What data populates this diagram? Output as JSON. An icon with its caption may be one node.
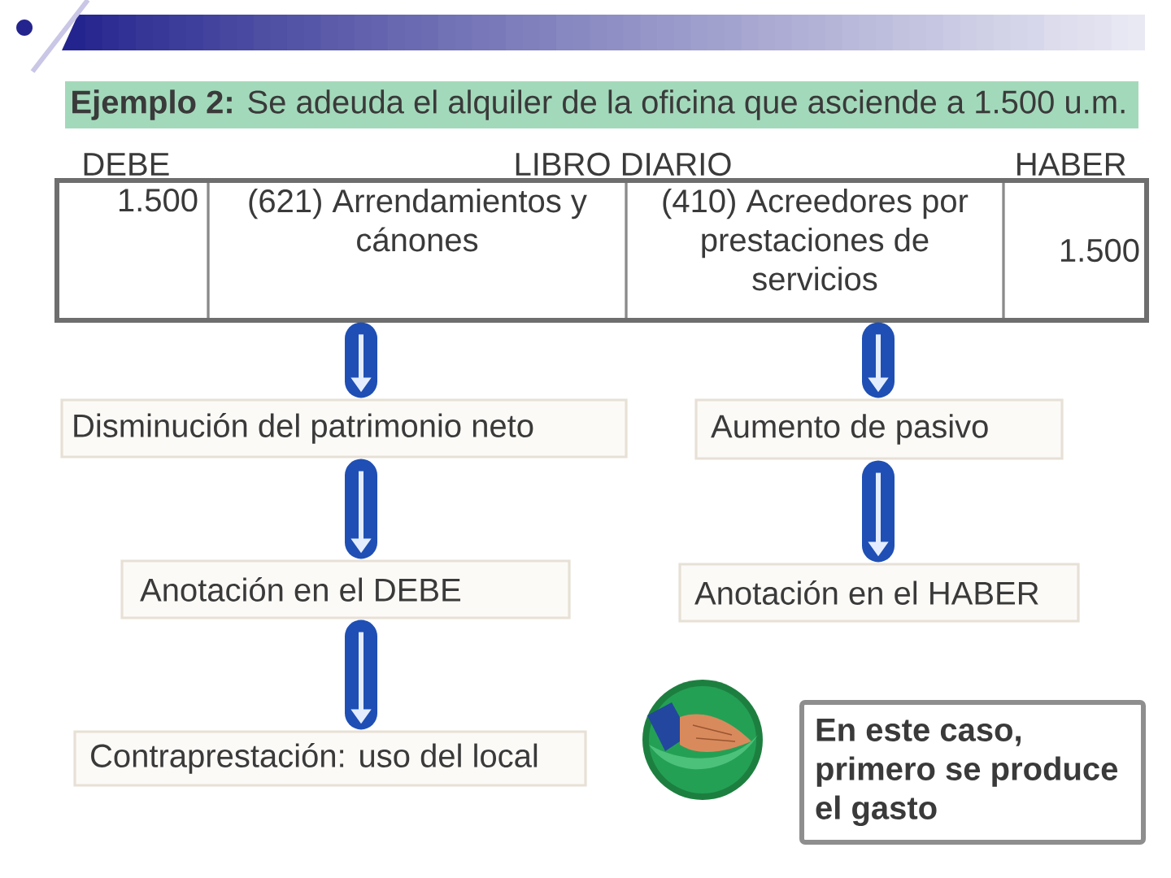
{
  "diagram": {
    "title": "**Ejemplo 2:** Se adeuda el alquiler de la oficina que asciende a 1.500 u.m.",
    "nodes": [
      {
        "text": [
          "1.500"
        ]
      },
      {
        "text": [
          "(621) Arrendamientos y cánones"
        ]
      },
      {
        "text": [
          "(410) Acreedores por prestaciones de servicios"
        ]
      },
      {
        "text": [
          "1.500"
        ]
      },
      {
        "text": [
          "Disminución del patrimonio neto"
        ]
      },
      {
        "text": [
          "Aumento de pasivo"
        ]
      },
      {
        "text": [
          "Anotación en el DEBE"
        ]
      },
      {
        "text": [
          "Anotación en el HABER"
        ]
      },
      {
        "text": [
          "Contraprestación: uso del local"
        ]
      },
      {
        "text": [
          "En este caso, primero se produce el gasto"
        ]
      }
    ],
    "edges": [
      {
        "from": 1,
        "to": 4,
        "arrow": "to"
      },
      {
        "from": 4,
        "to": 6,
        "arrow": "to"
      },
      {
        "from": 6,
        "to": 8,
        "arrow": "to"
      },
      {
        "from": 2,
        "to": 5,
        "arrow": "to"
      },
      {
        "from": 5,
        "to": 7,
        "arrow": "to"
      }
    ],
    "labels": [
      "DEBE",
      "LIBRO DIARIO",
      "HABER"
    ]
  }
}
